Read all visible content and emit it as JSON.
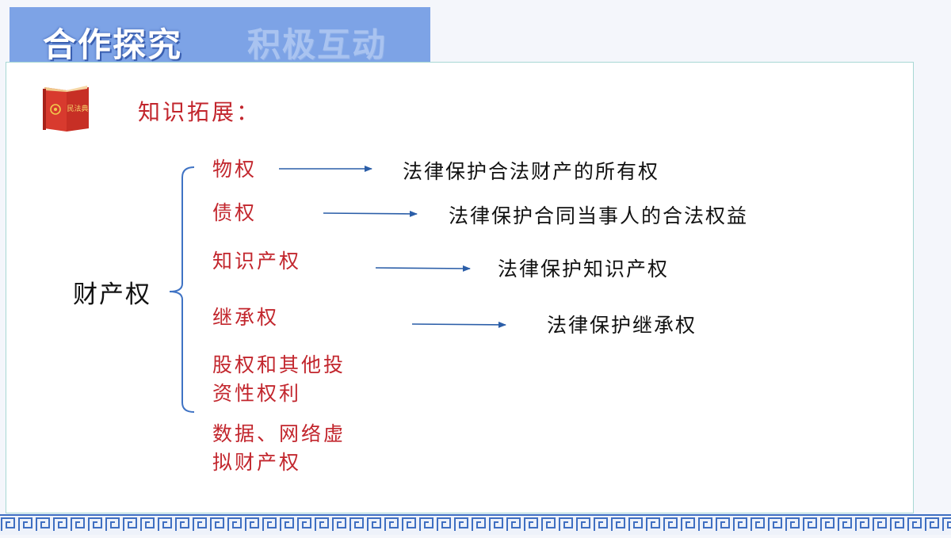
{
  "banner": {
    "active_title": "合作探究",
    "inactive_title": "积极互动"
  },
  "book_icon": {
    "label": "民法典"
  },
  "heading": "知识拓展：",
  "root_label": "财产权",
  "categories": [
    {
      "label": "物权",
      "description": "法律保护合法财产的所有权"
    },
    {
      "label": "债权",
      "description": "法律保护合同当事人的合法权益"
    },
    {
      "label": "知识产权",
      "description": "法律保护知识产权"
    },
    {
      "label": "继承权",
      "description": "法律保护继承权"
    },
    {
      "label": "股权和其他投资性权利",
      "label_line1": "股权和其他投",
      "label_line2": "资性权利"
    },
    {
      "label": "数据、网络虚拟财产权",
      "label_line1": "数据、网络虚",
      "label_line2": "拟财产权"
    }
  ],
  "colors": {
    "banner": "#7da3e6",
    "category_text": "#c2262d",
    "arrow": "#2b5ea8",
    "bracket": "#3f73c4",
    "border_pattern": "#3f6fc2"
  }
}
